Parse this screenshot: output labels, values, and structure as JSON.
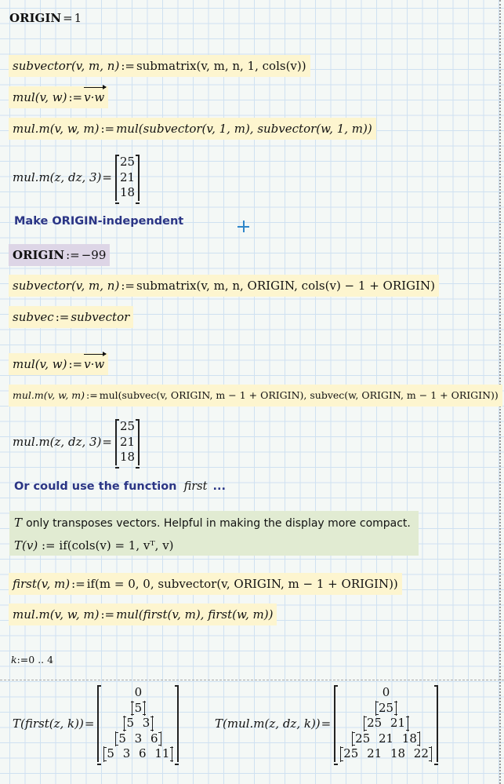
{
  "worksheet": {
    "origin_eval": {
      "lhs": "ORIGIN",
      "op": "=",
      "value": "1"
    },
    "block1": {
      "subvector_def": {
        "name": "subvector",
        "args": "(v, m, n)",
        "op": ":=",
        "rhs": "submatrix(v, m, n, 1, cols(v))"
      },
      "mul_def": {
        "name": "mul",
        "args": "(v, w)",
        "op": ":=",
        "rhs": "v·w"
      },
      "mulm_def": {
        "name": "mul.m",
        "args": "(v, w, m)",
        "op": ":=",
        "rhs": "mul(subvector(v, 1, m), subvector(w, 1, m))"
      },
      "mulm_eval": {
        "lhs": "mul.m(z, dz, 3)",
        "op": "=",
        "result": [
          "25",
          "21",
          "18"
        ]
      }
    },
    "heading1": "Make ORIGIN-independent",
    "block2": {
      "origin_def": {
        "lhs": "ORIGIN",
        "op": ":=",
        "value": "−99"
      },
      "subvector_def": {
        "name": "subvector",
        "args": "(v, m, n)",
        "op": ":=",
        "rhs": "submatrix(v, m, n, ORIGIN, cols(v) − 1 + ORIGIN)"
      },
      "subvec_def": {
        "name": "subvec",
        "op": ":=",
        "rhs": "subvector"
      },
      "mul_def": {
        "name": "mul",
        "args": "(v, w)",
        "op": ":=",
        "rhs": "v·w"
      },
      "mulm_def": {
        "name": "mul.m",
        "args": "(v, w, m)",
        "op": ":=",
        "rhs": "mul(subvec(v, ORIGIN, m − 1 + ORIGIN), subvec(w, ORIGIN, m − 1 + ORIGIN))"
      },
      "mulm_eval": {
        "lhs": "mul.m(z, dz, 3)",
        "op": "=",
        "result": [
          "25",
          "21",
          "18"
        ]
      }
    },
    "heading2": {
      "text": "Or could use the function",
      "fn": "first",
      "suffix": "..."
    },
    "note": {
      "var": "T",
      "text": "only transposes vectors.  Helpful in making the display more compact.",
      "T_def": {
        "name": "T",
        "args": "(v)",
        "op": ":=",
        "rhs": "if(cols(v) = 1, vᵀ, v)"
      }
    },
    "block3": {
      "first_def": {
        "name": "first",
        "args": "(v, m)",
        "op": ":=",
        "rhs": "if(m = 0, 0, subvector(v, ORIGIN, m − 1 + ORIGIN))"
      },
      "mulm_def": {
        "name": "mul.m",
        "args": "(v, w, m)",
        "op": ":=",
        "rhs": "mul(first(v, m), first(w, m))"
      }
    },
    "range_def": {
      "lhs": "k",
      "op": ":=",
      "rhs": "0 .. 4"
    },
    "results": {
      "first_eval": {
        "lhs": "T(first(z, k))",
        "rows": [
          "0",
          "5",
          "5  3",
          "5  3  6",
          "5  3  6  11"
        ]
      },
      "mulm_eval": {
        "lhs": "T(mul.m(z, dz, k))",
        "rows": [
          "0",
          "25",
          "25  21",
          "25  21  18",
          "25  21  18  22"
        ]
      }
    }
  },
  "colors": {
    "grid": "#cfe1f1",
    "background": "#f4f8f6",
    "highlight_yellow": "#fdf5cf",
    "highlight_purple": "#ddd5e6",
    "highlight_green": "#e1ebd2",
    "heading": "#2b3585",
    "cursor": "#2f86c9"
  }
}
